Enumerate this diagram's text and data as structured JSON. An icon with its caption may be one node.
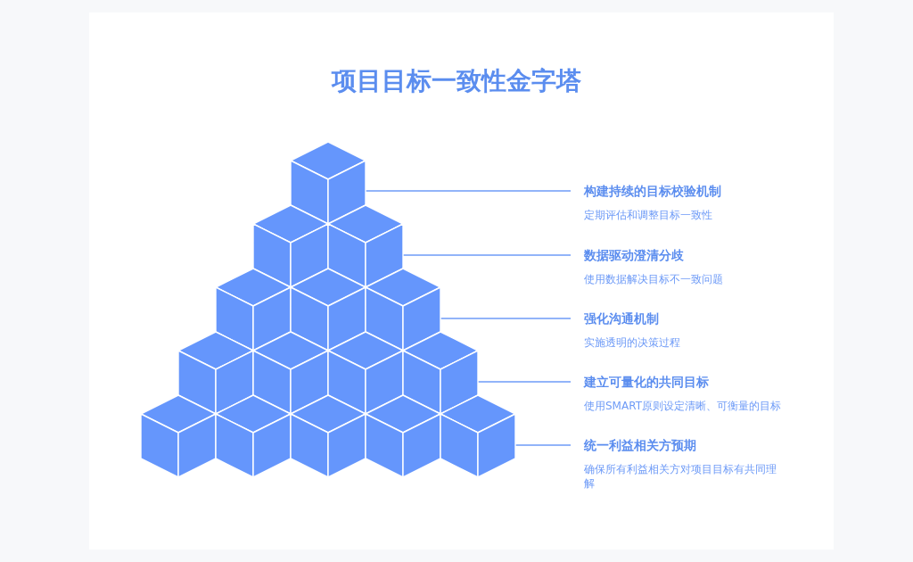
{
  "diagram": {
    "title": "项目目标一致性金字塔",
    "nodes": [
      {
        "text": [
          "构建持续的目标校验机制",
          "定期评估和调整目标一致性"
        ]
      },
      {
        "text": [
          "数据驱动澄清分歧",
          "使用数据解决目标不一致问题"
        ]
      },
      {
        "text": [
          "强化沟通机制",
          "实施透明的决策过程"
        ]
      },
      {
        "text": [
          "建立可量化的共同目标",
          "使用SMART原则设定清晰、可衡量的目标"
        ]
      },
      {
        "text": [
          "统一利益相关方预期",
          "确保所有利益相关方对项目目标有共同理解"
        ]
      }
    ],
    "edges": [
      {
        "from": 0,
        "to": null,
        "arrow": "none"
      },
      {
        "from": 1,
        "to": null,
        "arrow": "none"
      },
      {
        "from": 2,
        "to": null,
        "arrow": "none"
      },
      {
        "from": 3,
        "to": null,
        "arrow": "none"
      },
      {
        "from": 4,
        "to": null,
        "arrow": "none"
      }
    ]
  }
}
